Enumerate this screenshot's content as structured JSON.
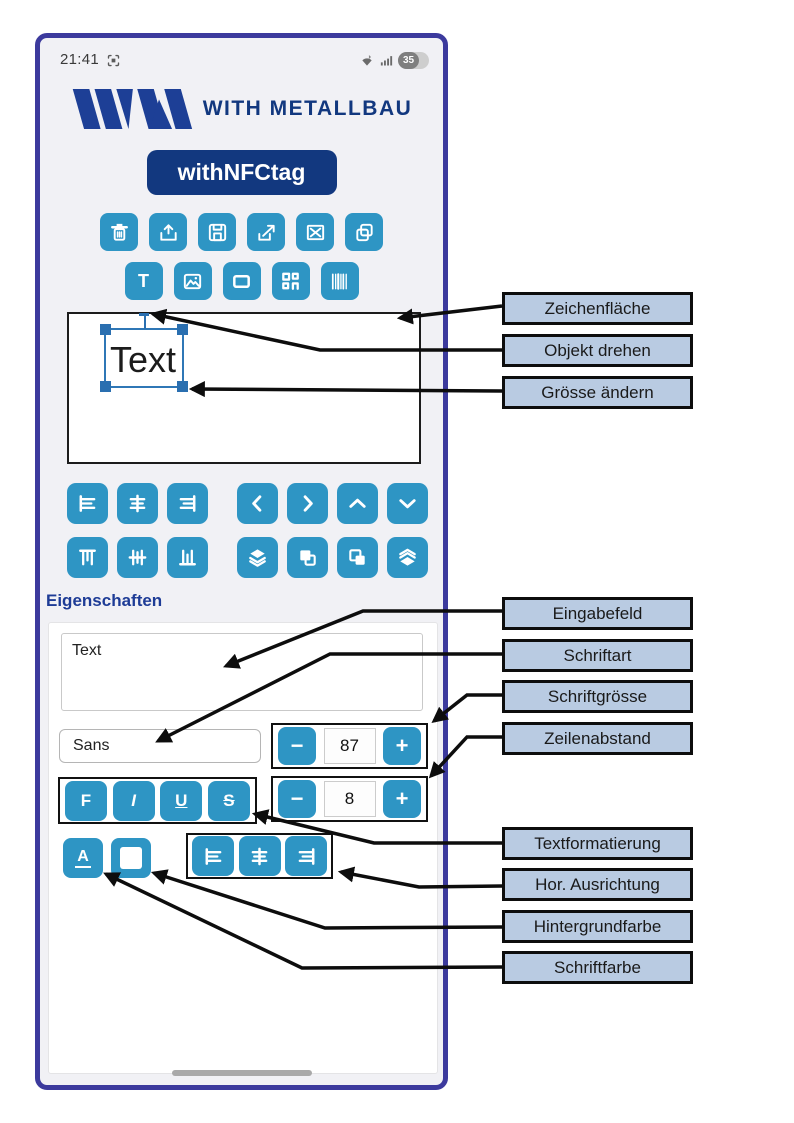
{
  "status_bar": {
    "time": "21:41",
    "battery_level": "35"
  },
  "brand": {
    "logo_text": "WITH METALLBAU",
    "app_badge": "withNFCtag"
  },
  "toolbar": {
    "row1_icons": [
      "trash",
      "upload",
      "save",
      "export",
      "clear",
      "duplicate"
    ],
    "row2_icons": [
      "text",
      "image",
      "rectangle",
      "qrcode",
      "barcode"
    ],
    "row3_icons": [
      "align-left",
      "align-center-horizontal",
      "align-right",
      "chevron-left",
      "chevron-right",
      "chevron-up",
      "chevron-down"
    ],
    "row4_icons": [
      "align-top",
      "align-middle-vertical",
      "align-bottom",
      "layers-to-front",
      "bring-forward",
      "send-backward",
      "layers-to-back"
    ],
    "text_tool_label": "T"
  },
  "canvas": {
    "object_text": "Text"
  },
  "properties": {
    "heading": "Eigenschaften",
    "text_input_value": "Text",
    "font_family": "Sans",
    "font_size": "87",
    "line_spacing": "8",
    "minus_label": "−",
    "plus_label": "+",
    "bold_label": "F",
    "italic_label": "I",
    "underline_label": "U",
    "strike_label": "S",
    "font_color_label": "A"
  },
  "annotations": [
    {
      "label": "Zeichenfläche"
    },
    {
      "label": "Objekt drehen"
    },
    {
      "label": "Grösse ändern"
    },
    {
      "label": "Eingabefeld"
    },
    {
      "label": "Schriftart"
    },
    {
      "label": "Schriftgrösse"
    },
    {
      "label": "Zeilenabstand"
    },
    {
      "label": "Textformatierung"
    },
    {
      "label": "Hor. Ausrichtung"
    },
    {
      "label": "Hintergrundfarbe"
    },
    {
      "label": "Schriftfarbe"
    }
  ],
  "colors": {
    "accent": "#2e95c4",
    "frame": "#3c3a9d",
    "navy": "#12387f",
    "heading_blue": "#1e3c96",
    "label_bg": "#b9cbe2",
    "phone_bg": "#f1f1f5"
  }
}
